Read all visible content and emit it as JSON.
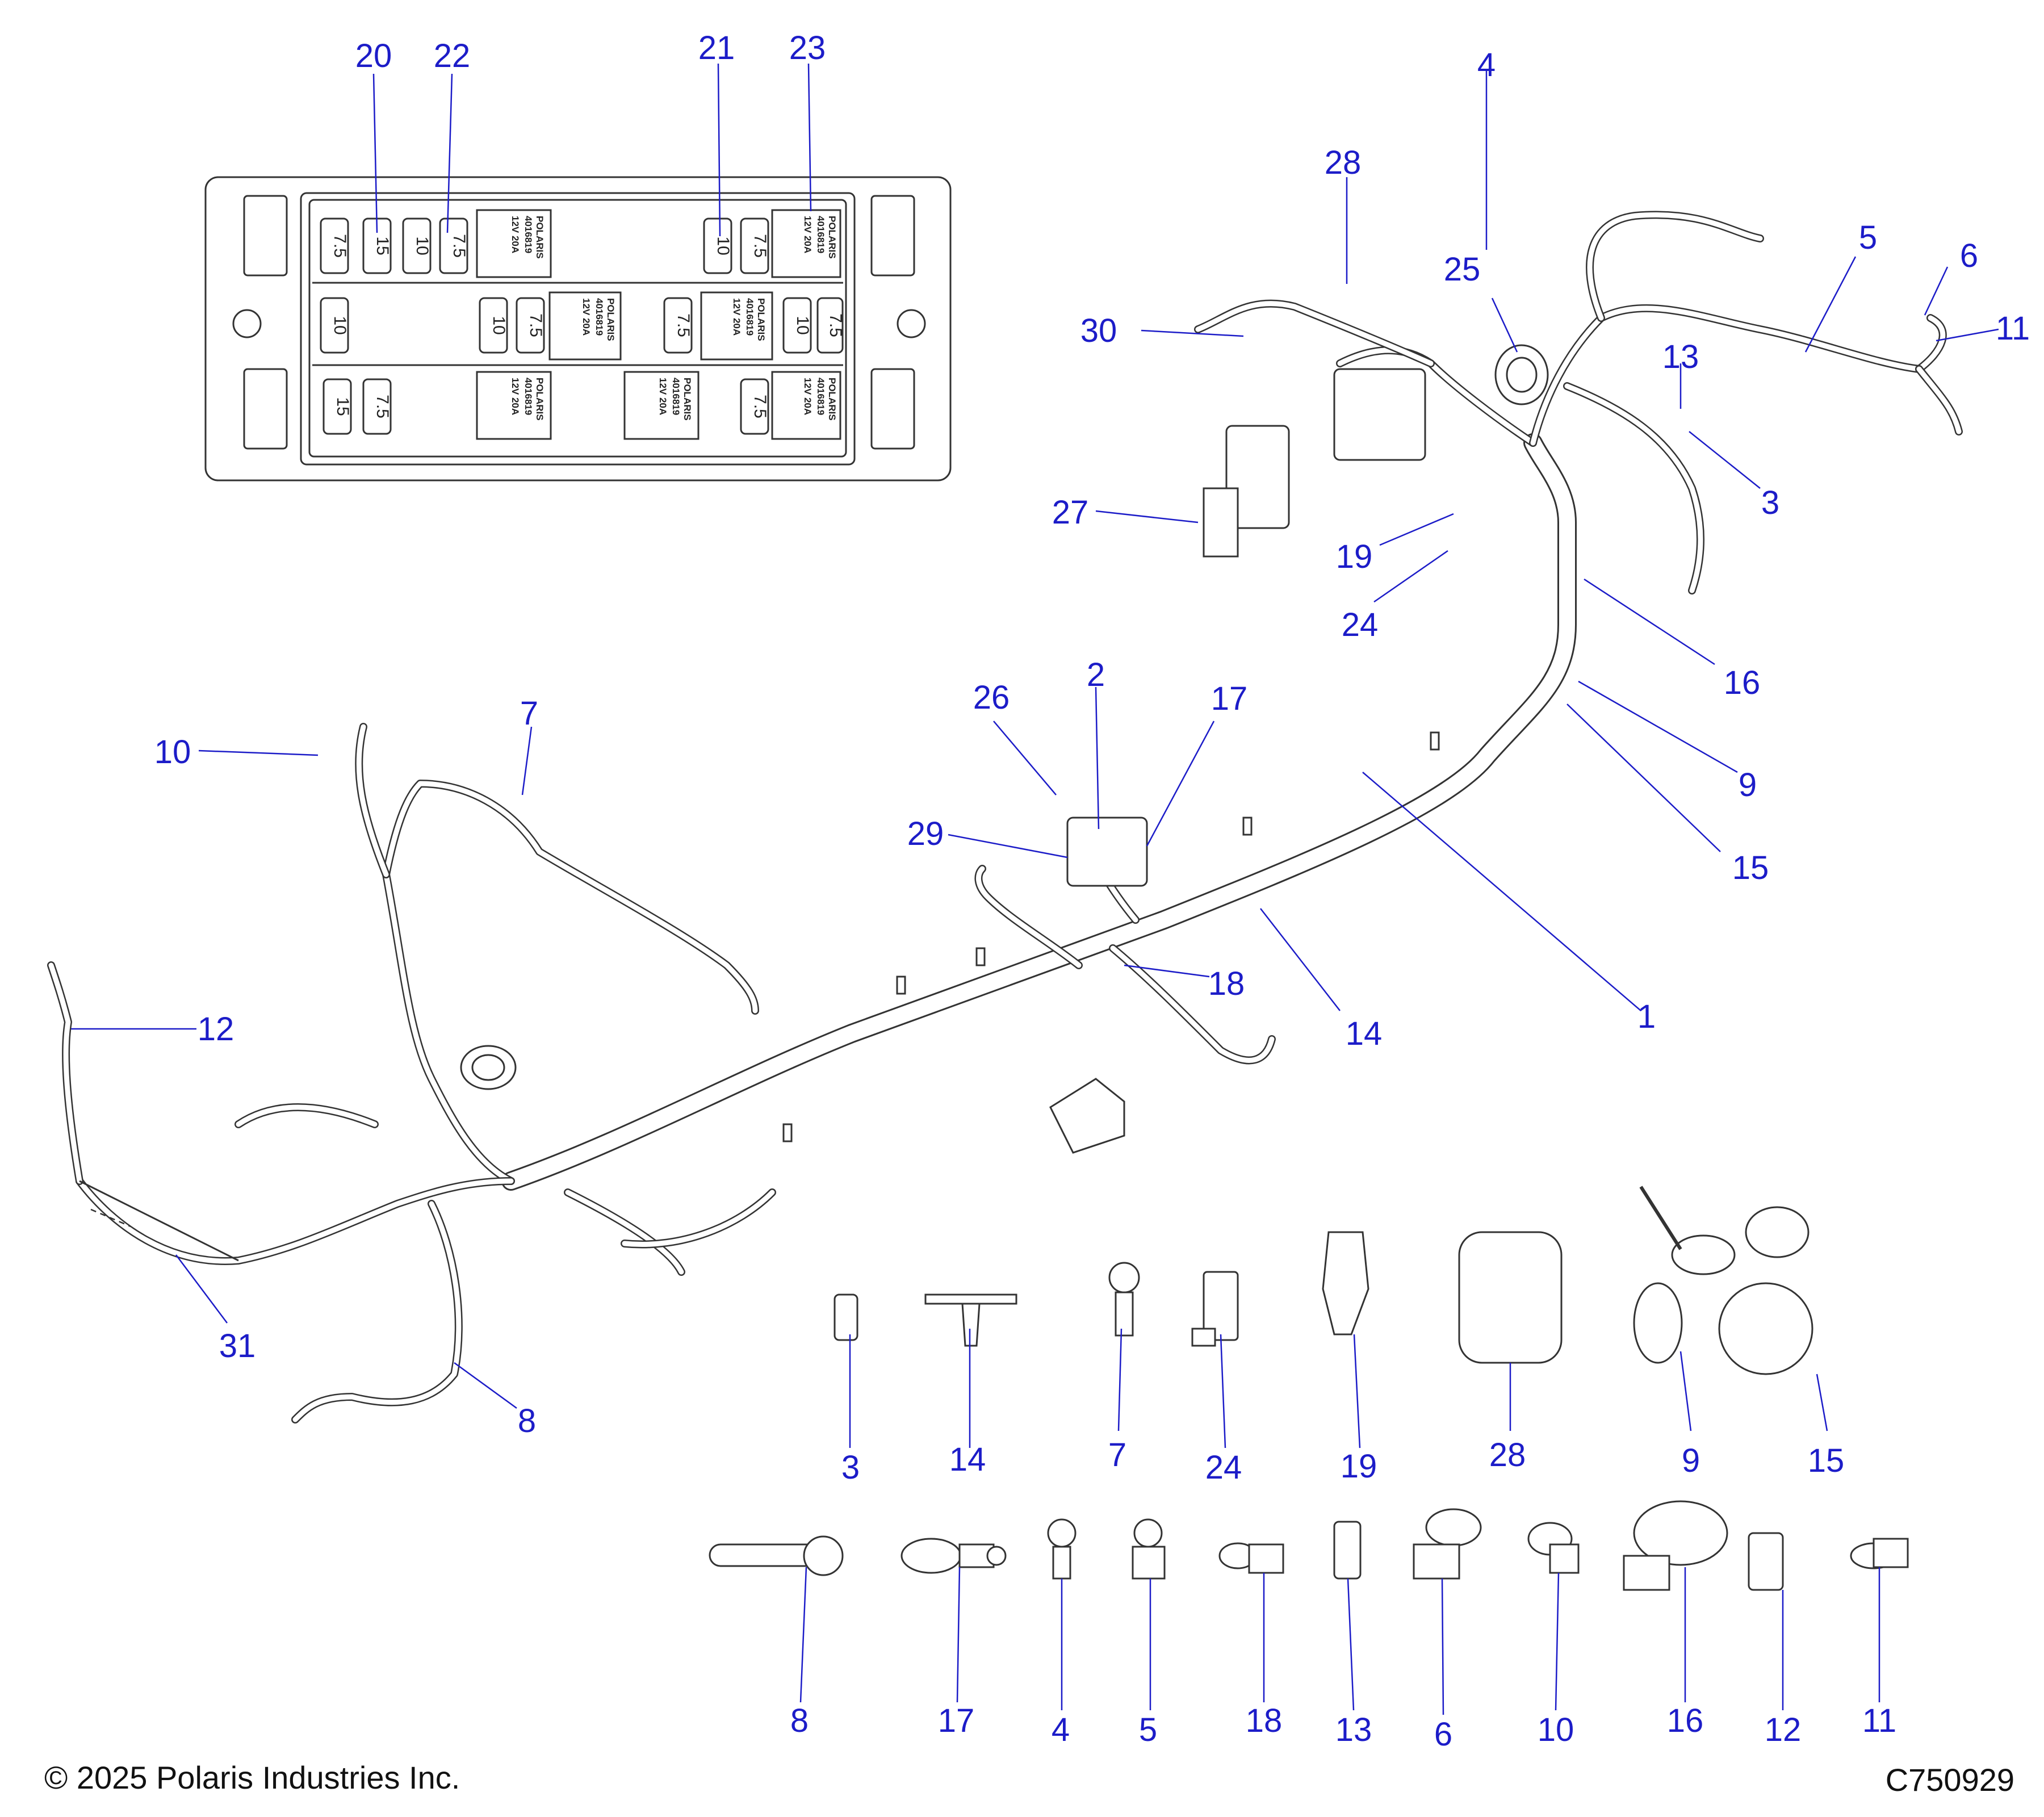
{
  "figure_id": "C750929",
  "copyright": "© 2025 Polaris Industries Inc.",
  "colors": {
    "callout": "#1c1cc8",
    "line": "#333333",
    "background": "#ffffff"
  },
  "fuse_box": {
    "fuses": [
      [
        "7.5",
        "15",
        "10",
        "7.5",
        "10",
        "7.5"
      ],
      [
        "10",
        "10",
        "7.5",
        "7.5",
        "10",
        "7.5"
      ],
      [
        "15",
        "7.5",
        "7.5"
      ]
    ],
    "relay_brand": "POLARIS",
    "relay_part": "4016819",
    "relay_rating": "12V 20A"
  },
  "callouts": {
    "c1": "1",
    "c2": "2",
    "c3": "3",
    "c4": "4",
    "c5": "5",
    "c6": "6",
    "c7": "7",
    "c8": "8",
    "c9": "9",
    "c10": "10",
    "c11": "11",
    "c12": "12",
    "c13": "13",
    "c14": "14",
    "c15": "15",
    "c16": "16",
    "c17": "17",
    "c18": "18",
    "c19": "19",
    "c20": "20",
    "c21": "21",
    "c22": "22",
    "c23": "23",
    "c24": "24",
    "c25": "25",
    "c26": "26",
    "c27": "27",
    "c28": "28",
    "c29": "29",
    "c30": "30",
    "c31": "31"
  }
}
